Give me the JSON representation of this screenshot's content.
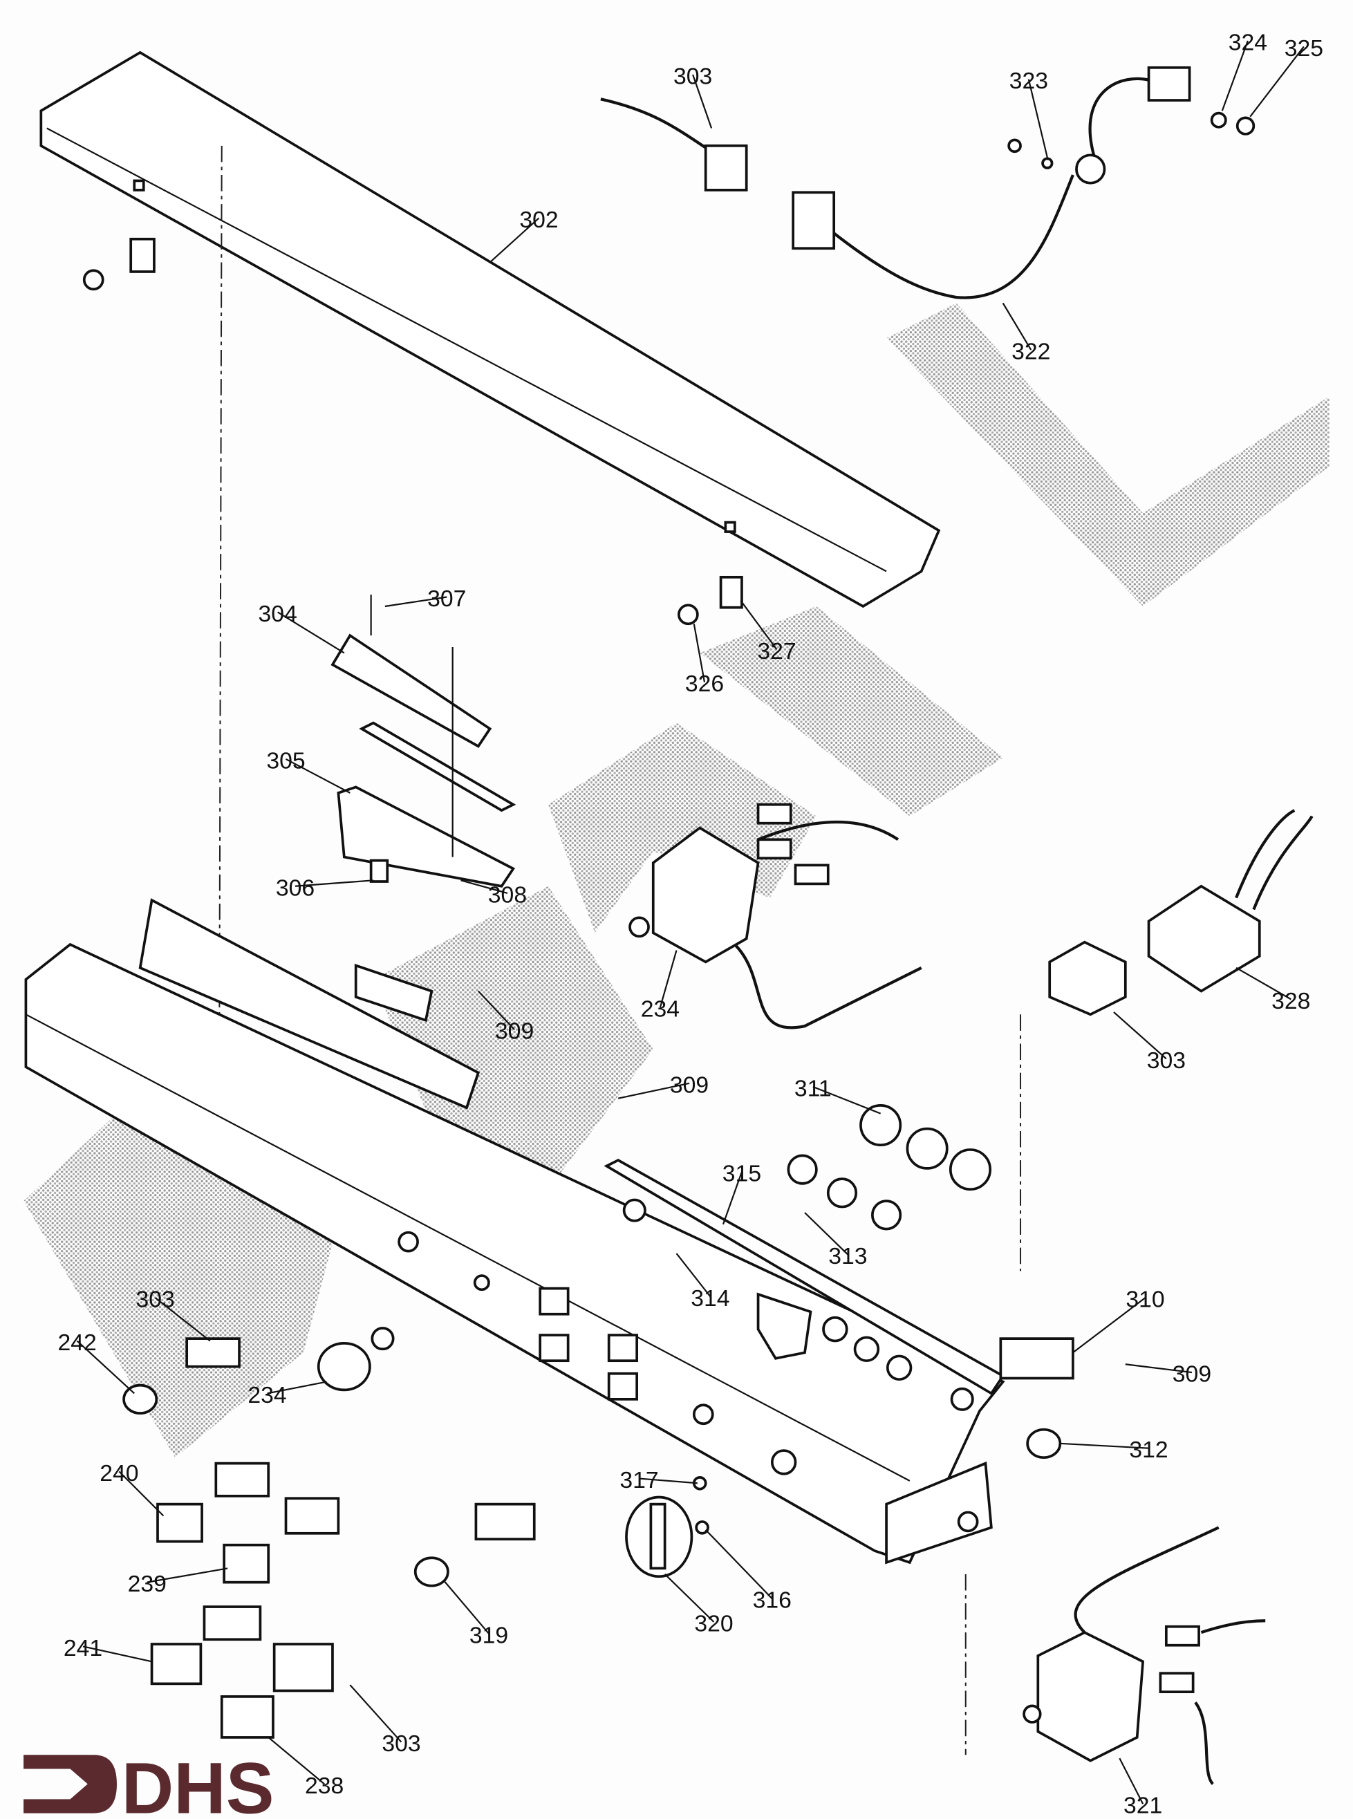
{
  "diagram": {
    "part_labels": [
      "303",
      "324",
      "325",
      "323",
      "302",
      "322",
      "307",
      "304",
      "327",
      "326",
      "305",
      "306",
      "308",
      "234",
      "328",
      "309",
      "303",
      "311",
      "309",
      "315",
      "313",
      "303",
      "314",
      "310",
      "242",
      "234",
      "309",
      "312",
      "240",
      "317",
      "316",
      "239",
      "319",
      "320",
      "241",
      "303",
      "238",
      "321"
    ]
  },
  "logo": {
    "text": "DHS",
    "color": "#5a2a2e"
  }
}
